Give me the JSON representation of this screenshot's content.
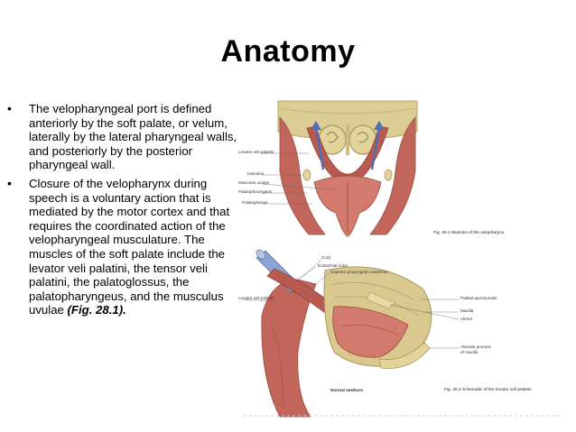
{
  "slide": {
    "title": "Anatomy",
    "bullets": [
      {
        "text": "The velopharyngeal port is defined anteriorly by the soft palate, or velum, laterally by the lateral pharyngeal walls, and posteriorly by the posterior pharyngeal wall."
      },
      {
        "text": "Closure of the velopharynx during speech is a voluntary action that is mediated by the motor cortex and that requires the coordinated action of the velopharyngeal musculature. The muscles of the soft palate include the levator veli palatini, the tensor veli palatini, the palatoglossus, the palatopharyngeus, and the musculus uvulae ",
        "ref": "(Fig. 28.1)."
      }
    ]
  },
  "figure1": {
    "labels": {
      "levator": "Levator veli palatini",
      "hamulus": "Hamulus",
      "uvulae": "Musculus uvulae",
      "palatopharyngeus": "Palatopharyngeus",
      "palatoglossus": "Palatoglossus"
    },
    "caption": "Fig. 28.1  Muscles of the velopharynx."
  },
  "figure2": {
    "labels": {
      "cut": "(Cut)",
      "eustachian": "Eustachian tube",
      "superior_constrictor": "Superior pharyngeal constrictor",
      "levator": "Levator veli palatini",
      "aponeurosis": "Palatal aponeurosis",
      "maxilla": "Maxilla",
      "vomer": "Vomer",
      "alveolar": "Alveolar process",
      "of_maxilla": "of maxilla",
      "normal_newborn": "Normal newborn"
    },
    "caption": "Fig. 28.2  Schematic of the levator veli palatini."
  },
  "colors": {
    "muscle": "#c2665c",
    "muscle_dark": "#9a4a42",
    "bone": "#d9c98e",
    "bone_dark": "#b6a465",
    "arrow": "#4f6fb3"
  }
}
